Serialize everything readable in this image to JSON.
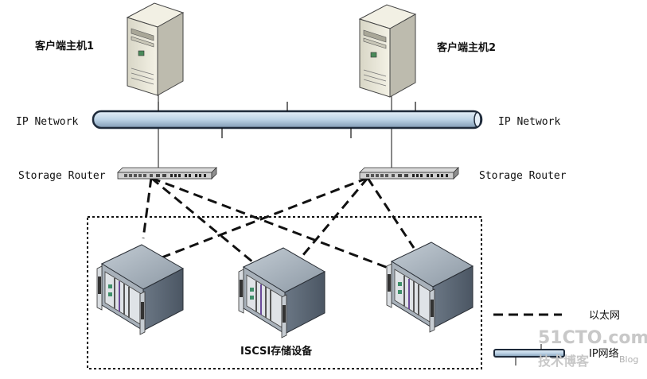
{
  "hosts": [
    {
      "label": "客户端主机1"
    },
    {
      "label": "客户端主机2"
    }
  ],
  "network": {
    "left_label": "IP Network",
    "right_label": "IP Network"
  },
  "routers": [
    {
      "label": "Storage Router"
    },
    {
      "label": "Storage Router"
    }
  ],
  "storage": {
    "group_label": "ISCSI存储设备",
    "device_count": 3
  },
  "legend": {
    "ethernet_label": "以太网",
    "ip_label": "IP网络"
  },
  "watermark": {
    "site": "51CTO.com",
    "sub": "技术博客",
    "blog": "Blog"
  },
  "colors": {
    "pipe_fill": "#bcd3e6",
    "pipe_stroke": "#1e2a3a",
    "server_body": "#e9e7d8",
    "storage_body": "#8e9aa6"
  }
}
